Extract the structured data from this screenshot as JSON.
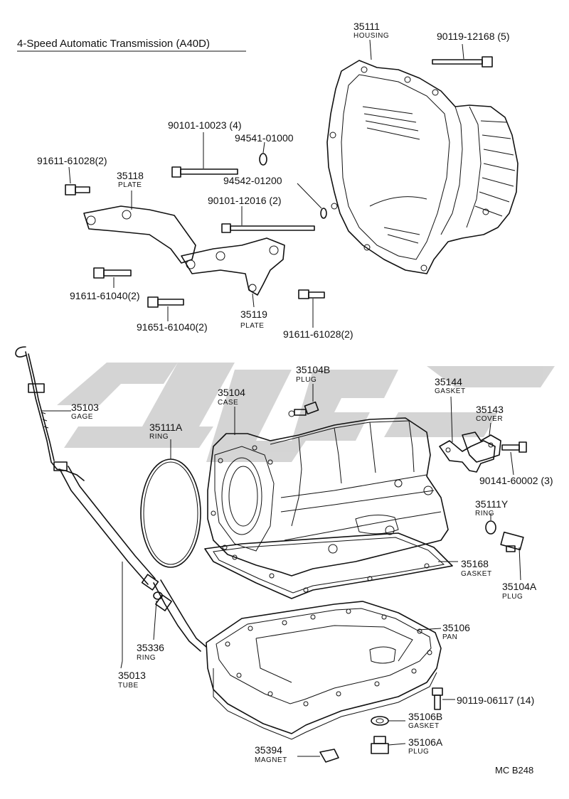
{
  "title": "4-Speed Automatic Transmission (A40D)",
  "code": "MC  B248",
  "parts": {
    "p35111": {
      "num": "35111",
      "name": "HOUSING"
    },
    "p90119_12168": {
      "num": "90119-12168 (5)"
    },
    "p90101_10023": {
      "num": "90101-10023 (4)"
    },
    "p94541_01000": {
      "num": "94541-01000"
    },
    "p91611_61028a": {
      "num": "91611-61028(2)"
    },
    "p35118": {
      "num": "35118",
      "name": "PLATE"
    },
    "p94542_01200": {
      "num": "94542-01200"
    },
    "p90101_12016": {
      "num": "90101-12016 (2)"
    },
    "p91611_61040": {
      "num": "91611-61040(2)"
    },
    "p91651_61040": {
      "num": "91651-61040(2)"
    },
    "p35119": {
      "num": "35119",
      "name": "PLATE"
    },
    "p91611_61028b": {
      "num": "91611-61028(2)"
    },
    "p35103": {
      "num": "35103",
      "name": "GAGE"
    },
    "p35104B": {
      "num": "35104B",
      "name": "PLUG"
    },
    "p35104": {
      "num": "35104",
      "name": "CASE"
    },
    "p35144": {
      "num": "35144",
      "name": "GASKET"
    },
    "p35143": {
      "num": "35143",
      "name": "COVER"
    },
    "p35111A": {
      "num": "35111A",
      "name": "RING"
    },
    "p90141_60002": {
      "num": "90141-60002 (3)"
    },
    "p35111Y": {
      "num": "35111Y",
      "name": "RING"
    },
    "p35168": {
      "num": "35168",
      "name": "GASKET"
    },
    "p35104A": {
      "num": "35104A",
      "name": "PLUG"
    },
    "p35106": {
      "num": "35106",
      "name": "PAN"
    },
    "p35336": {
      "num": "35336",
      "name": "RING"
    },
    "p35013": {
      "num": "35013",
      "name": "TUBE"
    },
    "p90119_06117": {
      "num": "90119-06117 (14)"
    },
    "p35106B": {
      "num": "35106B",
      "name": "GASKET"
    },
    "p35106A": {
      "num": "35106A",
      "name": "PLUG"
    },
    "p35394": {
      "num": "35394",
      "name": "MAGNET"
    }
  }
}
